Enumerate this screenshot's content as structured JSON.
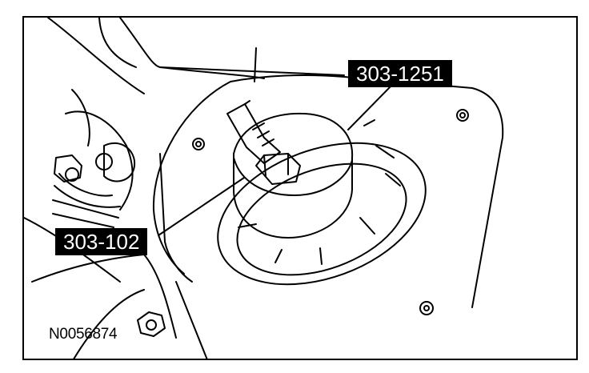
{
  "callouts": {
    "tool_a": "303-1251",
    "tool_b": "303-102"
  },
  "figure_id": "N0056874",
  "colors": {
    "ink": "#000000",
    "paper": "#ffffff"
  }
}
